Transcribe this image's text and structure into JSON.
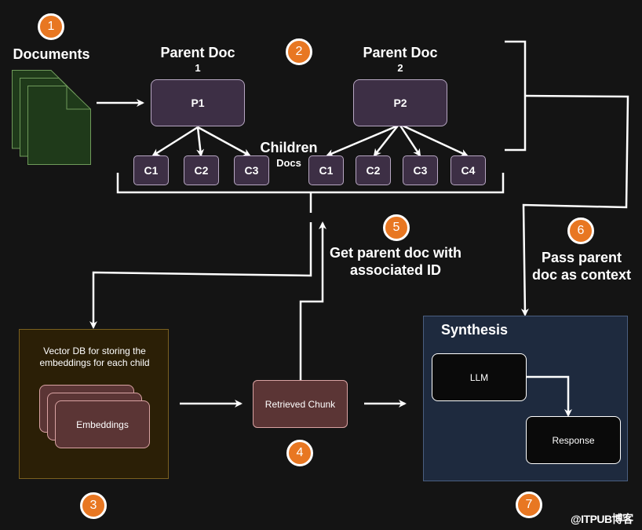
{
  "badges": [
    "1",
    "2",
    "3",
    "4",
    "5",
    "6",
    "7"
  ],
  "documents": {
    "title": "Documents"
  },
  "parents": [
    {
      "title": "Parent Doc",
      "number": "1",
      "label": "P1"
    },
    {
      "title": "Parent Doc",
      "number": "2",
      "label": "P2"
    }
  ],
  "children": {
    "title": "Children",
    "subtitle": "Docs",
    "group1": [
      "C1",
      "C2",
      "C3"
    ],
    "group2": [
      "C1",
      "C2",
      "C3",
      "C4"
    ]
  },
  "vector_db": {
    "description": "Vector DB for storing the embeddings for each child",
    "embeddings_label": "Embeddings"
  },
  "retrieved_chunk": "Retrieved Chunk",
  "step5": "Get parent doc with associated ID",
  "step6": "Pass parent doc as context",
  "synthesis": {
    "title": "Synthesis",
    "llm": "LLM",
    "response": "Response"
  },
  "watermark": "@ITPUB博客",
  "colors": {
    "background": "#141414",
    "badge": "#e87722",
    "doc_box": "#3d2f45",
    "vector_db": "#2b1f06",
    "chunk": "#5b3535",
    "synthesis": "#1e2a3e",
    "document_pages": "#1f3a1a"
  }
}
